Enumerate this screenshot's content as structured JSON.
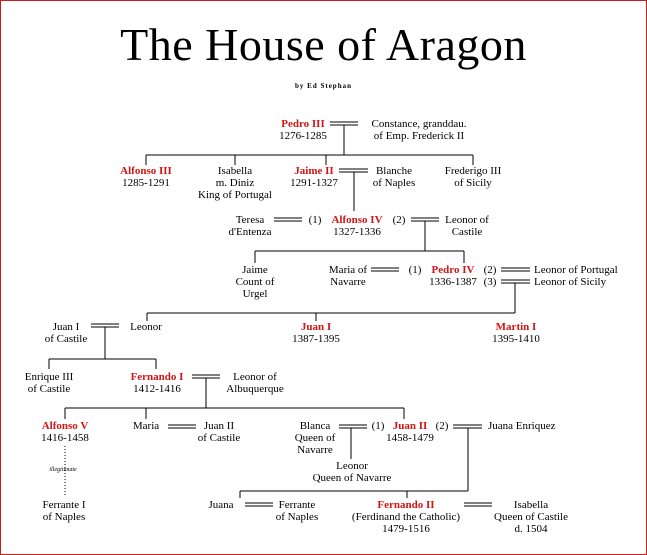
{
  "title": "The House of Aragon",
  "author": "by Ed Stephan",
  "labels": {
    "pedro3": {
      "name": "Pedro III",
      "line": "1276-1285"
    },
    "constance": {
      "lines": [
        "Constance, granddau.",
        "of Emp. Frederick II"
      ]
    },
    "alfonso3": {
      "name": "Alfonso III",
      "line": "1285-1291"
    },
    "isabella_diniz": {
      "lines": [
        "Isabella",
        "m. Diniz",
        "King of Portugal"
      ]
    },
    "jaime2": {
      "name": "Jaime II",
      "line": "1291-1327"
    },
    "blanche": {
      "lines": [
        "Blanche",
        "of Naples"
      ]
    },
    "frederigo": {
      "lines": [
        "Frederigo III",
        "of Sicily"
      ]
    },
    "teresa": {
      "lines": [
        "Teresa",
        "d'Entenza"
      ]
    },
    "alfonso4": {
      "name": "Alfonso IV",
      "line": "1327-1336"
    },
    "leonor_castile": {
      "lines": [
        "Leonor of",
        "Castile"
      ]
    },
    "jaime_urgel": {
      "lines": [
        "Jaime",
        "Count of",
        "Urgel"
      ]
    },
    "maria_navarre": {
      "lines": [
        "Maria of",
        "Navarre"
      ]
    },
    "pedro4": {
      "name": "Pedro IV",
      "line": "1336-1387"
    },
    "leonor_portugal": {
      "lines": [
        "Leonor of Portugal",
        "Leonor of Sicily"
      ]
    },
    "juan1_castile": {
      "lines": [
        "Juan I",
        "of Castile"
      ]
    },
    "leonor": {
      "lines": [
        "Leonor"
      ]
    },
    "juan1": {
      "name": "Juan I",
      "line": "1387-1395"
    },
    "martin1": {
      "name": "Martin I",
      "line": "1395-1410"
    },
    "enrique3": {
      "lines": [
        "Enrique III",
        "of Castile"
      ]
    },
    "fernando1": {
      "name": "Fernando I",
      "line": "1412-1416"
    },
    "leonor_alb": {
      "lines": [
        "Leonor of",
        "Albuquerque"
      ]
    },
    "alfonso5": {
      "name": "Alfonso V",
      "line": "1416-1458"
    },
    "maria": {
      "lines": [
        "Maria"
      ]
    },
    "juan2_castile": {
      "lines": [
        "Juan II",
        "of Castile"
      ]
    },
    "blanca": {
      "lines": [
        "Blanca",
        "Queen of",
        "Navarre"
      ]
    },
    "juan2": {
      "name": "Juan II",
      "line": "1458-1479"
    },
    "juana_enriquez": {
      "lines": [
        "Juana Enriquez"
      ]
    },
    "leonor_navarre": {
      "lines": [
        "Leonor",
        "Queen of Navarre"
      ]
    },
    "ferrante1": {
      "lines": [
        "Ferrante I",
        "of Naples"
      ]
    },
    "juana": {
      "lines": [
        "Juana"
      ]
    },
    "ferrante_naples": {
      "lines": [
        "Ferrante",
        "of Naples"
      ]
    },
    "fernando2": {
      "name": "Fernando II",
      "lines": [
        "(Ferdinand the Catholic)",
        "1479-1516"
      ]
    },
    "isabella_castile": {
      "lines": [
        "Isabella",
        "Queen of Castile",
        "d. 1504"
      ]
    }
  },
  "marriage_marks": {
    "alfonso4_first": "(1)",
    "alfonso4_second": "(2)",
    "pedro4_first": "(1)",
    "pedro4_second": "(2)",
    "pedro4_third": "(3)",
    "juan2_first": "(1)",
    "juan2_second": "(2)"
  },
  "illegitimate_note": "illegitimate",
  "colors": {
    "ruler": "#d21414",
    "line": "#000000",
    "border": "#c81e1e"
  }
}
